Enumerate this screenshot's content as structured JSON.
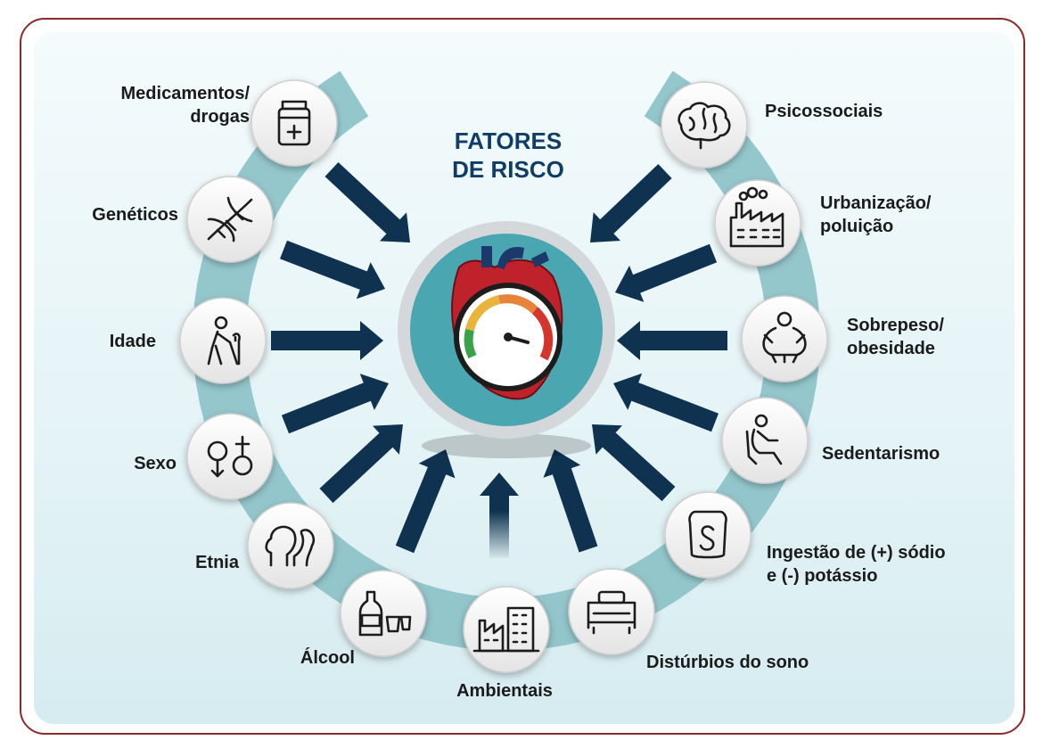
{
  "title": [
    "FATORES",
    "DE RISCO"
  ],
  "factors": [
    {
      "label": [
        "Medicamentos/",
        "drogas"
      ],
      "icon": "medicine-bottle-icon"
    },
    {
      "label": [
        "Genéticos"
      ],
      "icon": "dna-icon"
    },
    {
      "label": [
        "Idade"
      ],
      "icon": "elderly-person-icon"
    },
    {
      "label": [
        "Sexo"
      ],
      "icon": "gender-symbols-icon"
    },
    {
      "label": [
        "Etnia"
      ],
      "icon": "human-heads-icon"
    },
    {
      "label": [
        "Álcool"
      ],
      "icon": "alcohol-bottle-icon"
    },
    {
      "label": [
        "Ambientais"
      ],
      "icon": "factory-buildings-icon"
    },
    {
      "label": [
        "Distúrbios do sono"
      ],
      "icon": "bed-icon"
    },
    {
      "label": [
        "Ingestão de (+) sódio",
        "e (-) potássio"
      ],
      "icon": "salt-shaker-icon"
    },
    {
      "label": [
        "Sedentarismo"
      ],
      "icon": "seated-person-icon"
    },
    {
      "label": [
        "Sobrepeso/",
        "obesidade"
      ],
      "icon": "overweight-person-icon"
    },
    {
      "label": [
        "Urbanização/",
        "poluição"
      ],
      "icon": "polluting-factory-icon"
    },
    {
      "label": [
        "Psicossociais"
      ],
      "icon": "brain-icon"
    }
  ],
  "center_icon": "heart-gauge-icon",
  "colors": {
    "ring": "#8cc2c8",
    "arrow": "#0f3250",
    "title": "#0f3d66",
    "heart": "#c0222b",
    "hub": "#4aa7b1",
    "border": "#8a2b2b"
  }
}
